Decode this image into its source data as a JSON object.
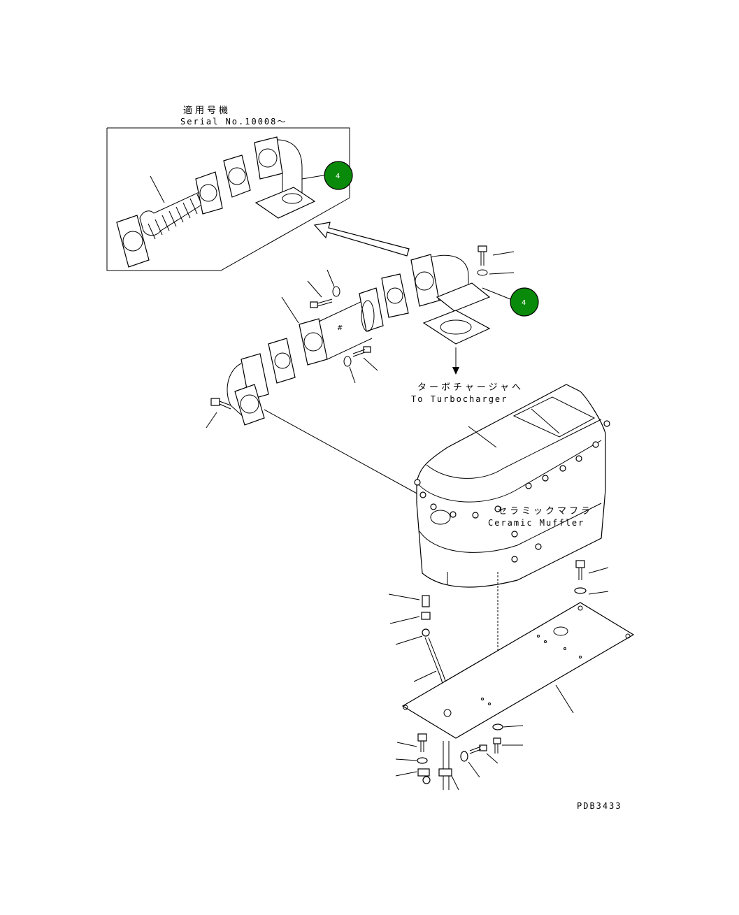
{
  "labels": {
    "serial_jp": "適用号機",
    "serial_en": "Serial No.10008～",
    "turbo_jp": "ターボチャージャへ",
    "turbo_en": "To Turbocharger",
    "muffler_jp": "セラミックマフラ",
    "muffler_en": "Ceramic Muffler",
    "drawing_code": "PDB3433"
  },
  "callouts": [
    {
      "id": "callout-inset",
      "number": "4"
    },
    {
      "id": "callout-main",
      "number": "4"
    }
  ],
  "colors": {
    "callout_fill": "#0a8a0a",
    "line": "#000000"
  }
}
